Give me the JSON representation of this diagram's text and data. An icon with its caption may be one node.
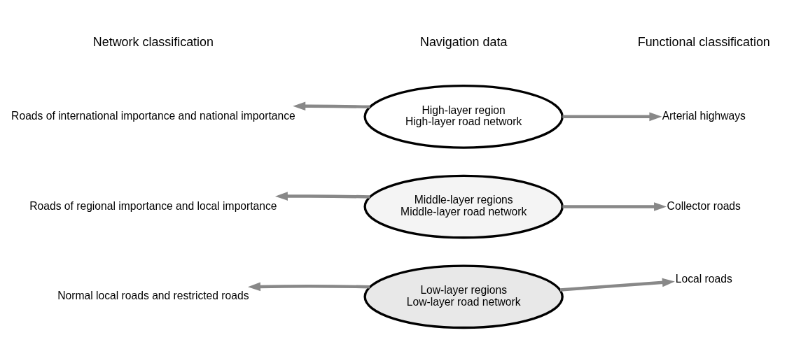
{
  "diagram": {
    "nodes": [
      {
        "text": [
          "Roads of international importance and national importance"
        ]
      },
      {
        "text": [
          "High-layer region",
          "High-layer road network"
        ]
      },
      {
        "text": [
          "Arterial highways"
        ]
      },
      {
        "text": [
          "Roads of regional importance and local importance"
        ]
      },
      {
        "text": [
          "Middle-layer regions",
          "Middle-layer road network"
        ]
      },
      {
        "text": [
          "Collector roads"
        ]
      },
      {
        "text": [
          "Normal local roads and restricted roads"
        ]
      },
      {
        "text": [
          "Low-layer regions",
          "Low-layer road network"
        ]
      },
      {
        "text": [
          "Local roads"
        ]
      }
    ],
    "edges": [
      {
        "from": 1,
        "to": 0,
        "arrow": "to"
      },
      {
        "from": 1,
        "to": 2,
        "arrow": "to"
      },
      {
        "from": 4,
        "to": 3,
        "arrow": "to"
      },
      {
        "from": 4,
        "to": 5,
        "arrow": "to"
      },
      {
        "from": 7,
        "to": 6,
        "arrow": "to"
      },
      {
        "from": 7,
        "to": 8,
        "arrow": "to"
      }
    ],
    "labels": [
      "Network classification",
      "Navigation data",
      "Functional classification"
    ]
  }
}
